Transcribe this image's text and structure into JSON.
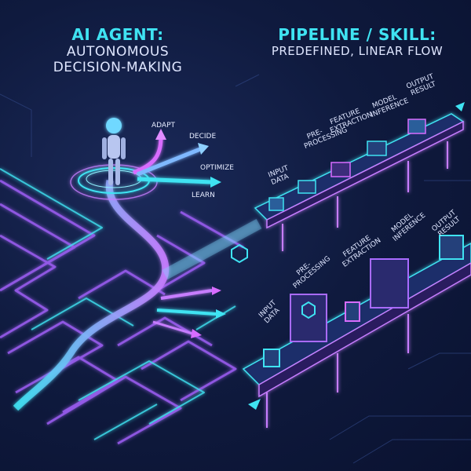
{
  "left_panel": {
    "title": "AI AGENT:",
    "subtitle_line1": "AUTONOMOUS",
    "subtitle_line2": "DECISION-MAKING",
    "actions": [
      "ADAPT",
      "DECIDE",
      "OPTIMIZE",
      "LEARN"
    ]
  },
  "right_panel": {
    "title": "PIPELINE / SKILL:",
    "subtitle": "PREDEFINED, LINEAR FLOW",
    "top_stages": [
      {
        "l1": "INPUT",
        "l2": "DATA"
      },
      {
        "l1": "PRE-",
        "l2": "PROCESSING"
      },
      {
        "l1": "FEATURE",
        "l2": "EXTRACTION"
      },
      {
        "l1": "MODEL",
        "l2": "INFERENCE"
      },
      {
        "l1": "OUTPUT",
        "l2": "RESULT"
      }
    ],
    "bottom_stages": [
      {
        "l1": "INPUT",
        "l2": "DATA"
      },
      {
        "l1": "PRE-",
        "l2": "PROCESSING"
      },
      {
        "l1": "FEATURE",
        "l2": "EXTRACTION"
      },
      {
        "l1": "MODEL",
        "l2": "INFERENCE"
      },
      {
        "l1": "OUTPUT",
        "l2": "RESULT"
      }
    ]
  },
  "colors": {
    "cyan": "#3fe3f2",
    "purple": "#a96bff",
    "magenta": "#d86cff",
    "bg": "#0f1a3e"
  }
}
